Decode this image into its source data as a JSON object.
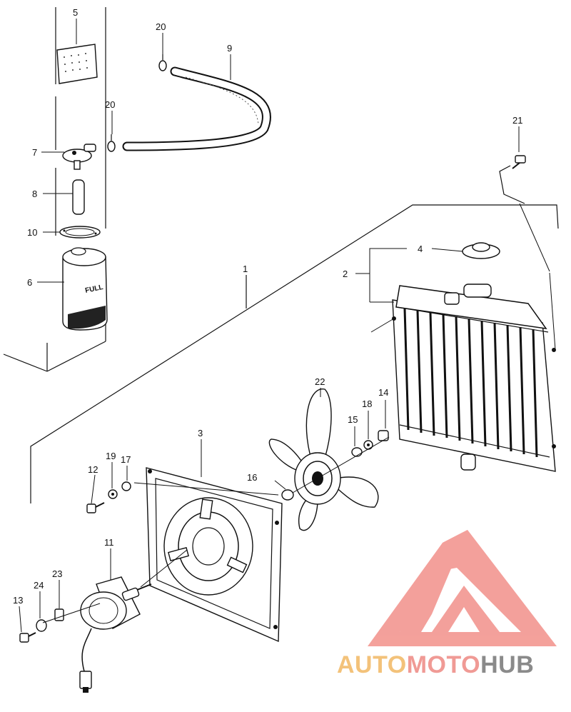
{
  "diagram": {
    "labels": {
      "l1": "1",
      "l2": "2",
      "l3": "3",
      "l4": "4",
      "l5": "5",
      "l6": "6",
      "l7": "7",
      "l8": "8",
      "l9": "9",
      "l10": "10",
      "l11": "11",
      "l12": "12",
      "l13": "13",
      "l14": "14",
      "l15": "15",
      "l16": "16",
      "l17": "17",
      "l18": "18",
      "l19": "19",
      "l20a": "20",
      "l20b": "20",
      "l21": "21",
      "l22": "22",
      "l23": "23",
      "l24": "24"
    },
    "tank_text": "FULL"
  },
  "watermark": {
    "part1": "AUTO",
    "part2": "MOTO",
    "part3": "HUB",
    "colors": {
      "auto": "#f3c27a",
      "moto": "#f09a95",
      "hub": "#8a8a8a",
      "logo": "#f2908a"
    }
  }
}
